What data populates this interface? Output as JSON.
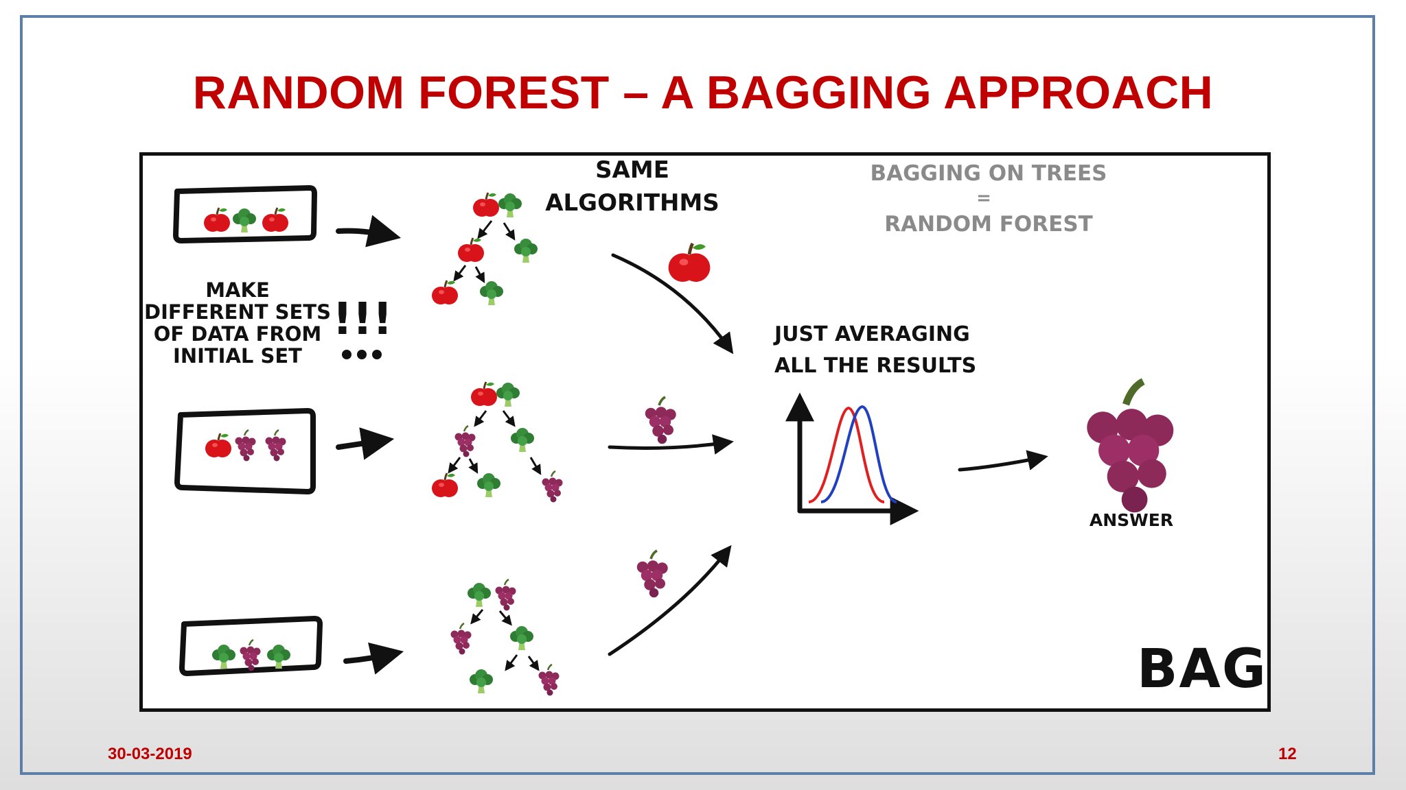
{
  "slide": {
    "title": "RANDOM FOREST – A BAGGING APPROACH",
    "date": "30-03-2019",
    "page_number": "12"
  },
  "diagram": {
    "same_algorithms": [
      "SAME",
      "ALGORITHMS"
    ],
    "bagging_on_trees": [
      "BAGGING ON TREES",
      "=",
      "RANDOM FOREST"
    ],
    "make_sets": [
      "MAKE",
      "DIFFERENT SETS",
      "OF DATA FROM",
      "INITIAL SET"
    ],
    "exclamation": "!!!",
    "averaging": [
      "JUST AVERAGING",
      "ALL THE RESULTS"
    ],
    "answer": "ANSWER",
    "bagging": "BAGGING"
  },
  "colors": {
    "title": "#c00000",
    "frame": "#5b7fa8",
    "curve_red": "#e02020",
    "curve_blue": "#2040c0"
  },
  "icons": [
    "apple-icon",
    "broccoli-icon",
    "grapes-icon"
  ]
}
